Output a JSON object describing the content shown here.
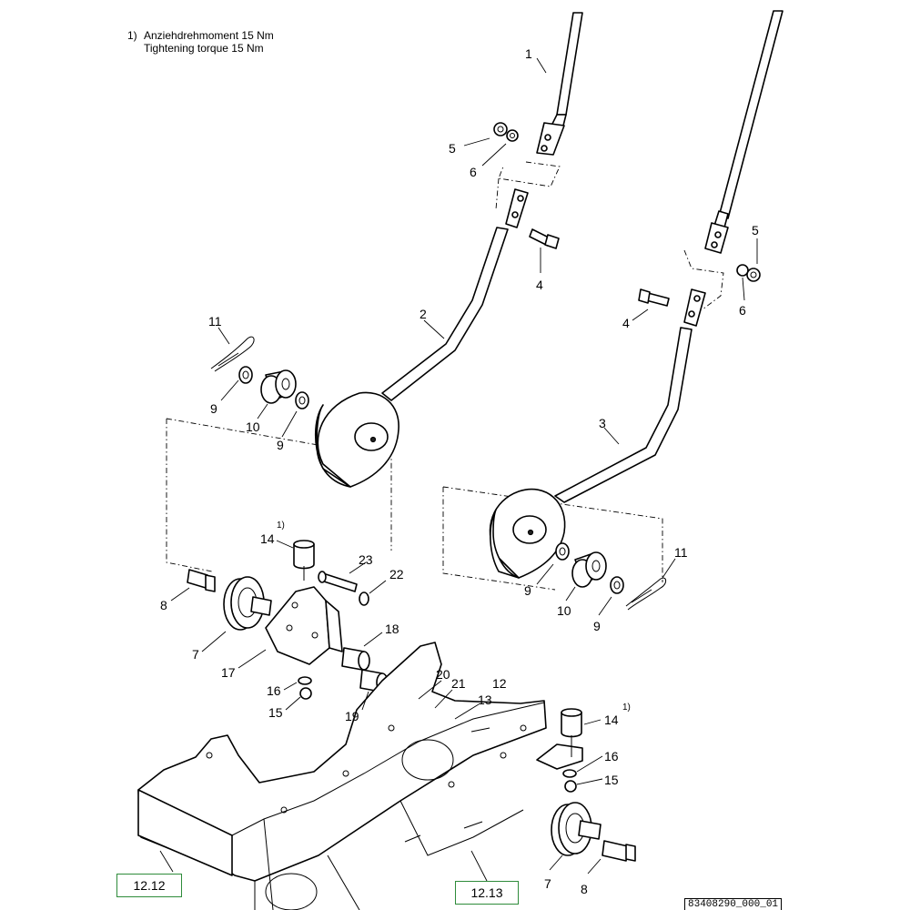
{
  "note": {
    "marker": "1)",
    "line_de": "Anziehdrehmoment 15 Nm",
    "line_en": "Tightening torque 15 Nm"
  },
  "callouts": {
    "c1": "1",
    "c2": "2",
    "c3": "3",
    "c4a": "4",
    "c4b": "4",
    "c5a": "5",
    "c5b": "5",
    "c6a": "6",
    "c6b": "6",
    "c7a": "7",
    "c7b": "7",
    "c8a": "8",
    "c8b": "8",
    "c9a": "9",
    "c9b": "9",
    "c9c": "9",
    "c9d": "9",
    "c10a": "10",
    "c10b": "10",
    "c11a": "11",
    "c11b": "11",
    "c12": "12",
    "c13": "13",
    "c14a": "14",
    "c14b": "14",
    "c15a": "15",
    "c15b": "15",
    "c16a": "16",
    "c16b": "16",
    "c17": "17",
    "c18": "18",
    "c19": "19",
    "c20": "20",
    "c21": "21",
    "c22": "22",
    "c23": "23",
    "sup_a": "1)",
    "sup_b": "1)"
  },
  "refs": {
    "left": "12.12",
    "right": "12.13"
  },
  "drawing_id": "83408290_000_01",
  "colors": {
    "ref_border": "#2e8b3a",
    "line": "#000000"
  }
}
